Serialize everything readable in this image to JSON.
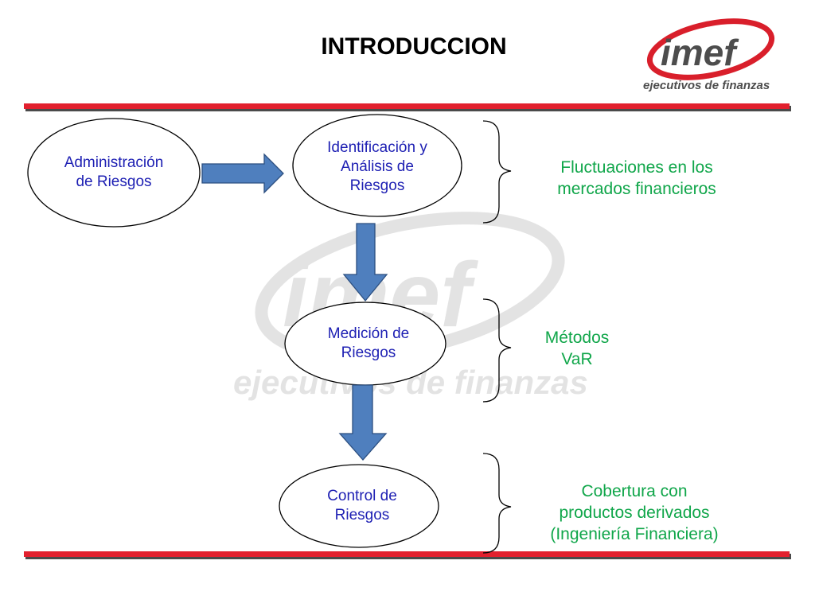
{
  "title": "INTRODUCCION",
  "logo": {
    "wordmark": "imef",
    "tagline": "ejecutivos de finanzas",
    "colors": {
      "red": "#d91f2b",
      "gray": "#4d4d4d"
    }
  },
  "watermark": {
    "wordmark": "imef",
    "tagline": "ejecutivos de finanzas"
  },
  "colors": {
    "bar": "#e2202e",
    "node_text": "#1d1fb3",
    "note_text": "#10a64a",
    "arrow_fill": "#4f7fbe",
    "arrow_stroke": "#2c4f80"
  },
  "nodes": {
    "admin": {
      "line1": "Administración",
      "line2": "de Riesgos"
    },
    "identificacion": {
      "line1": "Identificación y",
      "line2": "Análisis de",
      "line3": "Riesgos"
    },
    "medicion": {
      "line1": "Medición de",
      "line2": "Riesgos"
    },
    "control": {
      "line1": "Control de",
      "line2": "Riesgos"
    }
  },
  "notes": {
    "fluctuaciones": {
      "line1": "Fluctuaciones en los",
      "line2": "mercados financieros"
    },
    "metodos": {
      "line1": "Métodos",
      "line2": "VaR"
    },
    "cobertura": {
      "line1": "Cobertura con",
      "line2": "productos derivados",
      "line3": "(Ingeniería Financiera)"
    }
  }
}
